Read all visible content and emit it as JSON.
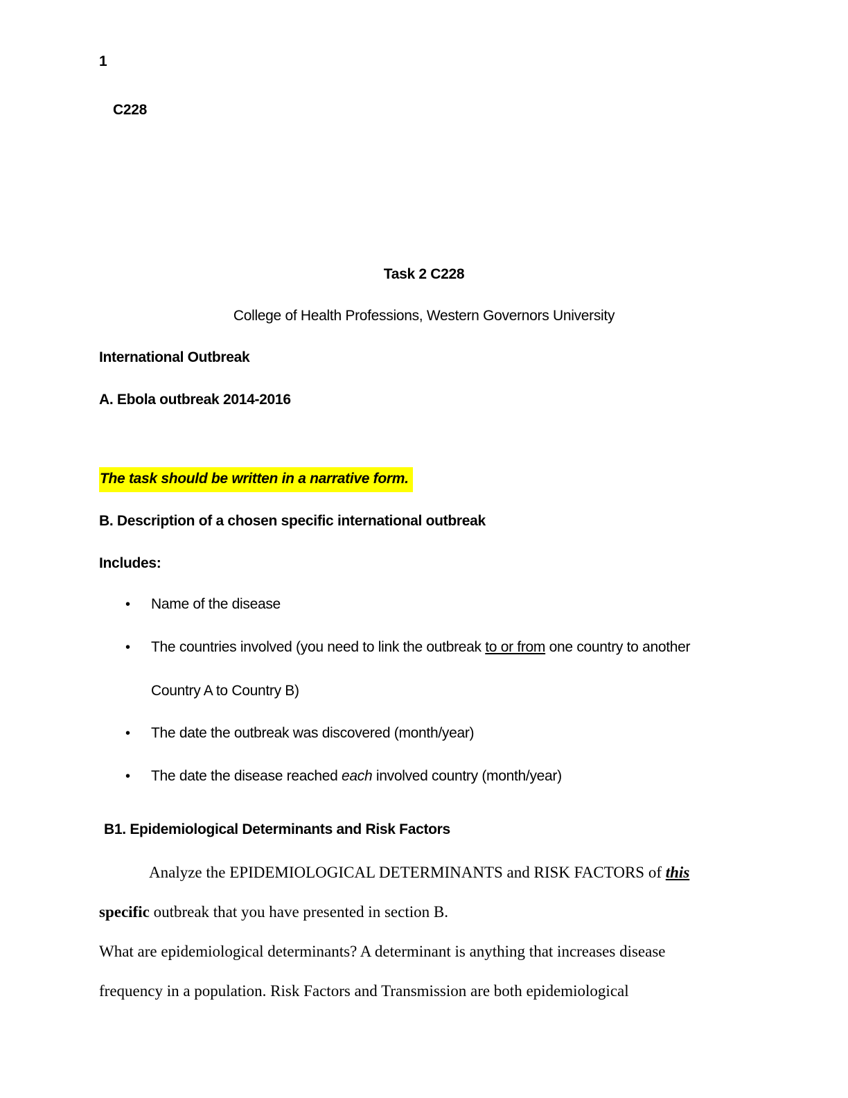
{
  "doc": {
    "page_number": "1",
    "course_code": "C228",
    "title": "Task 2 C228",
    "subtitle": "College of Health Professions, Western Governors University",
    "heading_international": "International Outbreak",
    "heading_a": "A. Ebola outbreak 2014-2016",
    "note": {
      "text": "The task should be written in a narrative form.",
      "highlight_color": "#ffff00"
    },
    "heading_b": "B. Description of a chosen specific international outbreak",
    "includes_label": "Includes:",
    "bullet_marker": "•",
    "bullets": [
      {
        "lines": [
          [
            {
              "t": "Name of the disease"
            }
          ]
        ]
      },
      {
        "lines": [
          [
            {
              "t": "The countries involved (you need to link the outbreak "
            },
            {
              "t": "to or from",
              "s": "u"
            },
            {
              "t": " one country to another"
            }
          ],
          [
            {
              "t": "Country A to Country B)"
            }
          ]
        ]
      },
      {
        "lines": [
          [
            {
              "t": "The date the outbreak was discovered (month/year)"
            }
          ]
        ]
      },
      {
        "lines": [
          [
            {
              "t": "The date the disease reached "
            },
            {
              "t": "each",
              "s": "i"
            },
            {
              "t": " involved country (month/year)"
            }
          ]
        ]
      }
    ],
    "heading_b1": "B1. Epidemiological Determinants and Risk Factors",
    "paragraph_analyze": {
      "lines": [
        [
          {
            "t": "Analyze the EPIDEMIOLOGICAL DETERMINANTS and RISK FACTORS of "
          },
          {
            "t": "this",
            "s": "biu"
          }
        ],
        [
          {
            "t": "specific",
            "s": "b"
          },
          {
            "t": " outbreak that you have presented in section B."
          }
        ]
      ]
    },
    "paragraph_determinants": {
      "lines": [
        [
          {
            "t": "What are epidemiological determinants? A determinant is anything that increases disease"
          }
        ],
        [
          {
            "t": "frequency in a population. Risk Factors and Transmission are both epidemiological"
          }
        ]
      ]
    }
  }
}
